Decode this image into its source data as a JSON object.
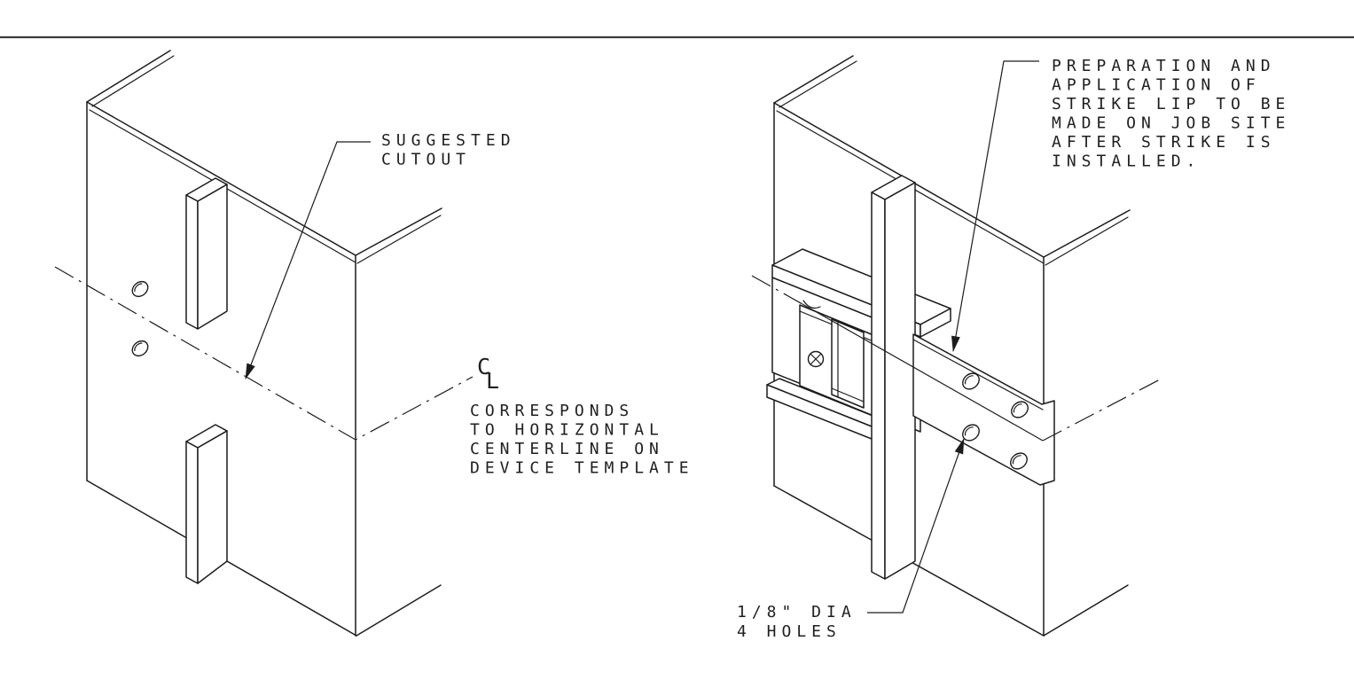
{
  "page": {
    "background": "#ffffff",
    "line_color": "#1c1c1c",
    "top_rule_color": "#3c3c3c",
    "description": "Electric strike installation isometric instruction drawing, two views"
  },
  "left_view": {
    "name": "suggested cutout view",
    "callout_cutout": {
      "lines": [
        "SUGGESTED",
        "CUTOUT"
      ]
    },
    "centerline_symbol": {
      "top": "C",
      "bottom": "L"
    },
    "centerline_note": {
      "lines": [
        "CORRESPONDS",
        "TO HORIZONTAL",
        "CENTERLINE ON",
        "DEVICE TEMPLATE"
      ]
    },
    "hole_count": 2
  },
  "right_view": {
    "name": "strike installed view",
    "callout_strike_lip": {
      "lines": [
        "PREPARATION AND",
        "APPLICATION OF",
        "STRIKE LIP TO BE",
        "MADE ON JOB SITE",
        "AFTER STRIKE IS",
        "INSTALLED."
      ]
    },
    "callout_holes": {
      "lines": [
        "1/8\" DIA",
        "4 HOLES"
      ]
    },
    "plate_hole_count": 4
  }
}
